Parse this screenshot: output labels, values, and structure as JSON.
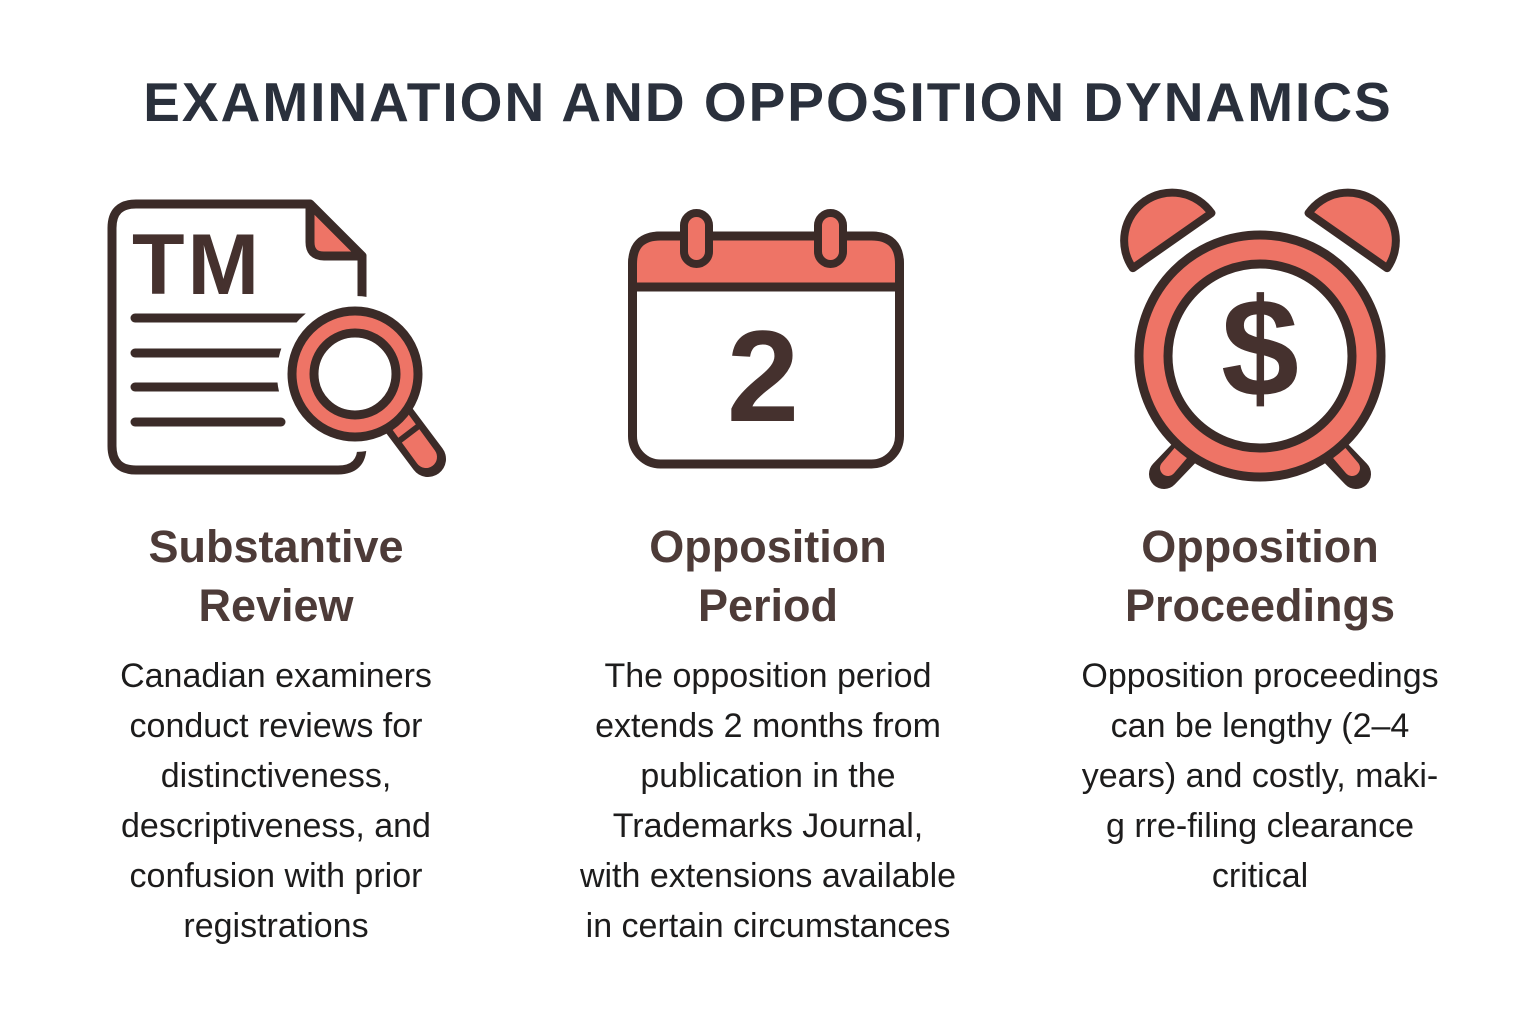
{
  "title": "EXAMINATION AND OPPOSITION DYNAMICS",
  "colors": {
    "coral": "#EE7466",
    "outline": "#3B2B28",
    "icon_text": "#45312E",
    "title_text": "#2A303C",
    "heading_text": "#4D3B38",
    "body_text": "#1D1C1C",
    "background": "#FFFFFF"
  },
  "columns": [
    {
      "icon": "trademark-document-search-icon",
      "icon_text": "TM",
      "heading": "Substantive\nReview",
      "body": "Canadian examiners\nconduct reviews for\ndistinctiveness,\ndescriptiveness, and\nconfusion with prior\nregistrations"
    },
    {
      "icon": "calendar-icon",
      "icon_text": "2",
      "heading": "Opposition\nPeriod",
      "body": "The opposition period\nextends 2 months from\npublication in the\nTrademarks Journal,\nwith extensions available\nin certain circumstances"
    },
    {
      "icon": "alarm-clock-dollar-icon",
      "icon_text": "$",
      "heading": "Opposition\nProceedings",
      "body": "Opposition proceedings\ncan be lengthy (2–4\nyears) and costly, maki-\ng rre-filing clearance\ncritical"
    }
  ]
}
